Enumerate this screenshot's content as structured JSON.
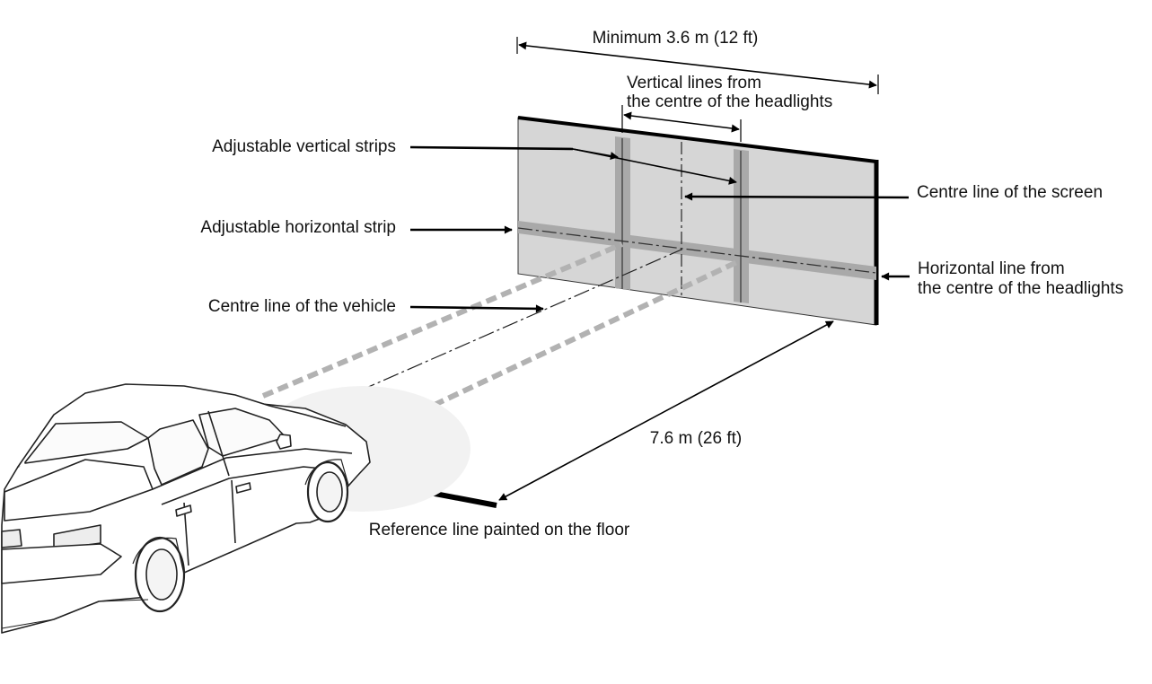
{
  "labels": {
    "minimum_width": "Minimum 3.6 m (12 ft)",
    "vertical_lines_line1": "Vertical lines from",
    "vertical_lines_line2": "the centre of the headlights",
    "adjustable_vertical_strips": "Adjustable vertical strips",
    "centre_line_screen": "Centre line of the screen",
    "adjustable_horizontal_strip": "Adjustable horizontal strip",
    "horizontal_line_line1": "Horizontal line from",
    "horizontal_line_line2": "the centre of the headlights",
    "centre_line_vehicle": "Centre line of the vehicle",
    "distance": "7.6 m (26 ft)",
    "reference_line": "Reference line painted on the floor"
  },
  "colors": {
    "screen_fill": "#d6d6d6",
    "strip_fill": "#a9a9a9",
    "beam_dash": "#b2b2b2",
    "line": "#000000",
    "car_stroke": "#222222"
  }
}
